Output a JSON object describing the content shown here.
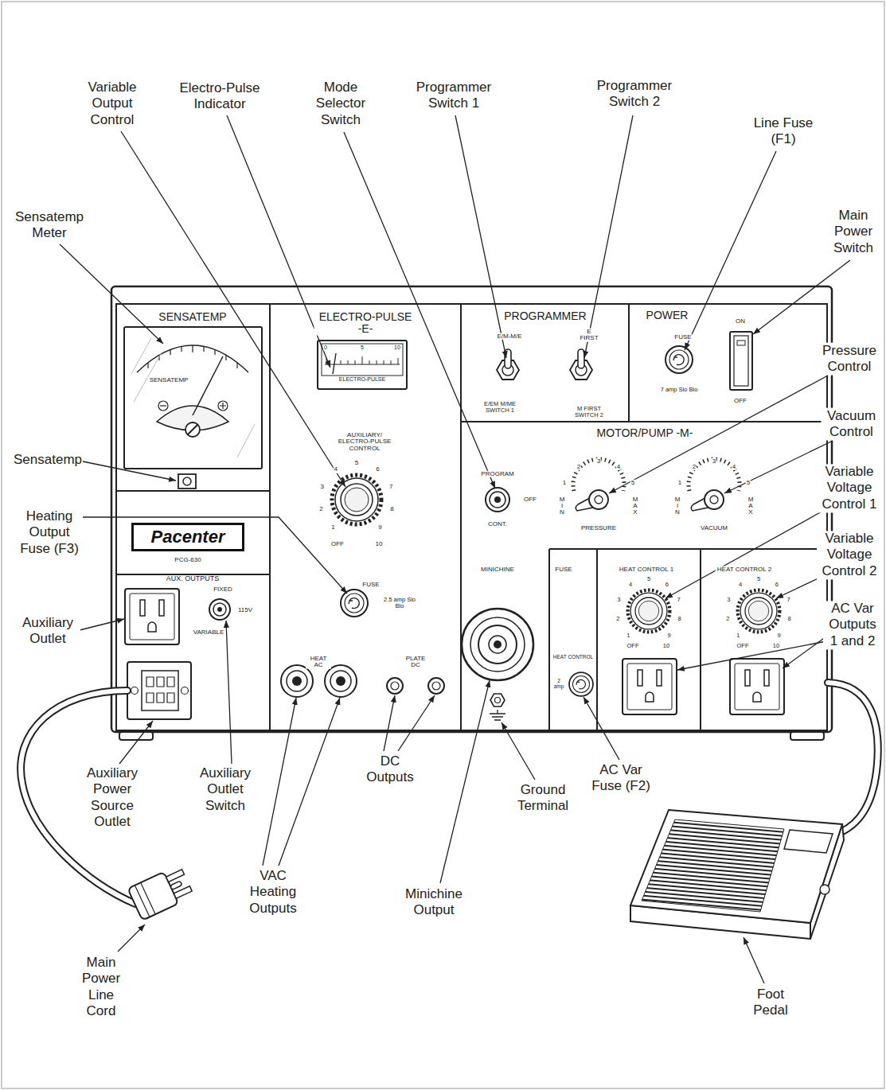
{
  "diagram": {
    "nodes": [
      {
        "text": [
          "SENSATEMP"
        ]
      },
      {
        "text": [
          "SENSATEMP"
        ],
        "in": 0
      },
      {
        "text": [
          "Pacenter",
          "PCG-630"
        ]
      },
      {
        "text": [
          "AUX. OUTPUTS"
        ]
      },
      {
        "text": [
          "ELECTRO-PULSE -E-"
        ]
      },
      {
        "text": [
          "ELECTRO-PULSE"
        ],
        "in": 4
      },
      {
        "text": [
          "PROGRAMMER"
        ]
      },
      {
        "text": [
          "POWER"
        ]
      },
      {
        "text": [
          "MOTOR/PUMP -M-"
        ]
      },
      {
        "text": [
          "FUSE"
        ]
      },
      {
        "text": [
          "HEAT CONTROL 1"
        ]
      },
      {
        "text": [
          "HEAT CONTROL 2"
        ]
      }
    ],
    "labels": [
      "Variable Output Control",
      "Electro-Pulse Indicator",
      "Mode Selector Switch",
      "Programmer Switch 1",
      "Programmer Switch 2",
      "Line Fuse (F1)",
      "Main Power Switch",
      "Sensatemp Meter",
      "Pressure Control",
      "Vacuum Control",
      "Variable Voltage Control 1",
      "Variable Voltage Control 2",
      "AC Var Outputs 1 and 2",
      "Sensatemp",
      "Heating Output Fuse (F3)",
      "Auxiliary Outlet",
      "Auxiliary Power Source Outlet",
      "Auxiliary Outlet Switch",
      "DC Outputs",
      "Ground Terminal",
      "AC Var Fuse (F2)",
      "VAC Heating Outputs",
      "Minichine Output",
      "Main Power Line Cord",
      "Foot Pedal",
      "FIXED",
      "115V",
      "VARIABLE",
      "0",
      "5",
      "10",
      "AUXILIARY/ ELECTRO-PULSE CONTROL",
      "OFF",
      "1",
      "2",
      "3",
      "4",
      "5",
      "6",
      "7",
      "8",
      "9",
      "10",
      "FUSE",
      "2.5 amp Slo Blo",
      "HEAT AC",
      "PLATE DC",
      "E/M-M/E",
      "E/EM M/ME SWITCH 1",
      "E FIRST",
      "M FIRST SWITCH 2",
      "FUSE",
      "7 amp Slo Blo",
      "ON",
      "OFF",
      "PROGRAM",
      "OFF",
      "CONT.",
      "MIN",
      "1",
      "2",
      "3",
      "4",
      "5",
      "MAX",
      "PRESSURE",
      "MIN",
      "1",
      "2",
      "3",
      "4",
      "5",
      "MAX",
      "VACUUM",
      "MINICHINE",
      "HEAT CONTROL",
      "2 amp",
      "OFF",
      "1",
      "2",
      "3",
      "4",
      "5",
      "6",
      "7",
      "8",
      "9",
      "10",
      "OFF",
      "1",
      "2",
      "3",
      "4",
      "5",
      "6",
      "7",
      "8",
      "9",
      "10"
    ]
  }
}
